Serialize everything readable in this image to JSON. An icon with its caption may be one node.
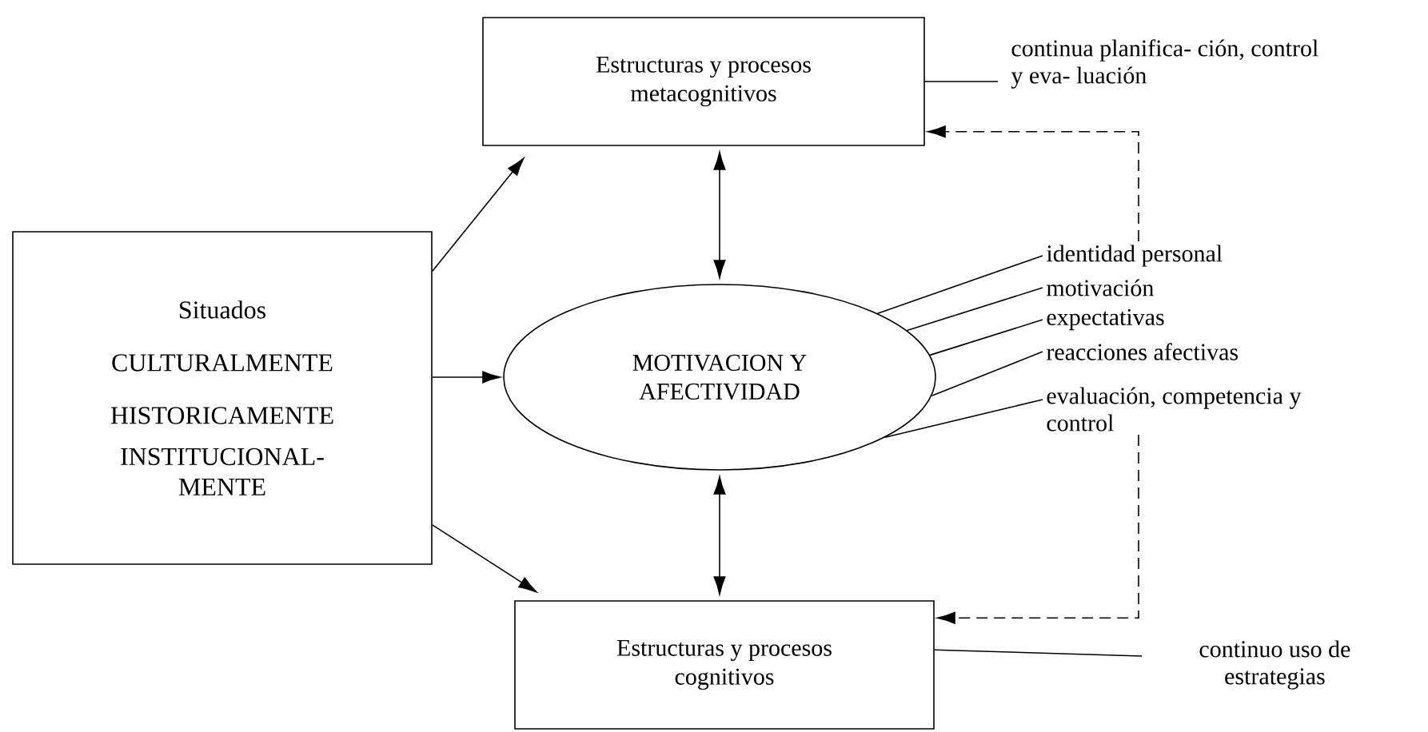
{
  "diagram": {
    "nodes": [
      {
        "text": [
          "Situados",
          "CULTURALMENTE",
          "HISTORICAMENTE",
          "INSTITUCIONAL- MENTE"
        ]
      },
      {
        "text": [
          "Estructuras y procesos metacognitivos"
        ]
      },
      {
        "text": [
          "MOTIVACION Y AFECTIVIDAD"
        ]
      },
      {
        "text": [
          "Estructuras y procesos cognitivos"
        ]
      },
      {
        "text": [
          "continua planifica- ción, control y eva- luación"
        ]
      },
      {
        "text": [
          "identidad personal"
        ]
      },
      {
        "text": [
          "motivación"
        ]
      },
      {
        "text": [
          "expectativas"
        ]
      },
      {
        "text": [
          "reacciones afectivas"
        ]
      },
      {
        "text": [
          "evaluación, competencia y control"
        ]
      },
      {
        "text": [
          "continuo uso de estrategias"
        ]
      }
    ],
    "edges": [
      {
        "from": 0,
        "to": 1,
        "arrow": "to"
      },
      {
        "from": 0,
        "to": 2,
        "arrow": "to"
      },
      {
        "from": 0,
        "to": 3,
        "arrow": "to"
      },
      {
        "from": 1,
        "to": 2,
        "arrow": "both"
      },
      {
        "from": 2,
        "to": 3,
        "arrow": "both"
      },
      {
        "from": 1,
        "to": 4,
        "arrow": "none"
      },
      {
        "from": 2,
        "to": 5,
        "arrow": "none"
      },
      {
        "from": 2,
        "to": 6,
        "arrow": "none"
      },
      {
        "from": 2,
        "to": 7,
        "arrow": "none"
      },
      {
        "from": 2,
        "to": 8,
        "arrow": "none"
      },
      {
        "from": 2,
        "to": 9,
        "arrow": "none"
      },
      {
        "from": 3,
        "to": 10,
        "arrow": "none"
      },
      {
        "from": 5,
        "to": 1,
        "arrow": "to",
        "style": "dashed"
      },
      {
        "from": 9,
        "to": 3,
        "arrow": "to",
        "style": "dashed"
      }
    ]
  }
}
